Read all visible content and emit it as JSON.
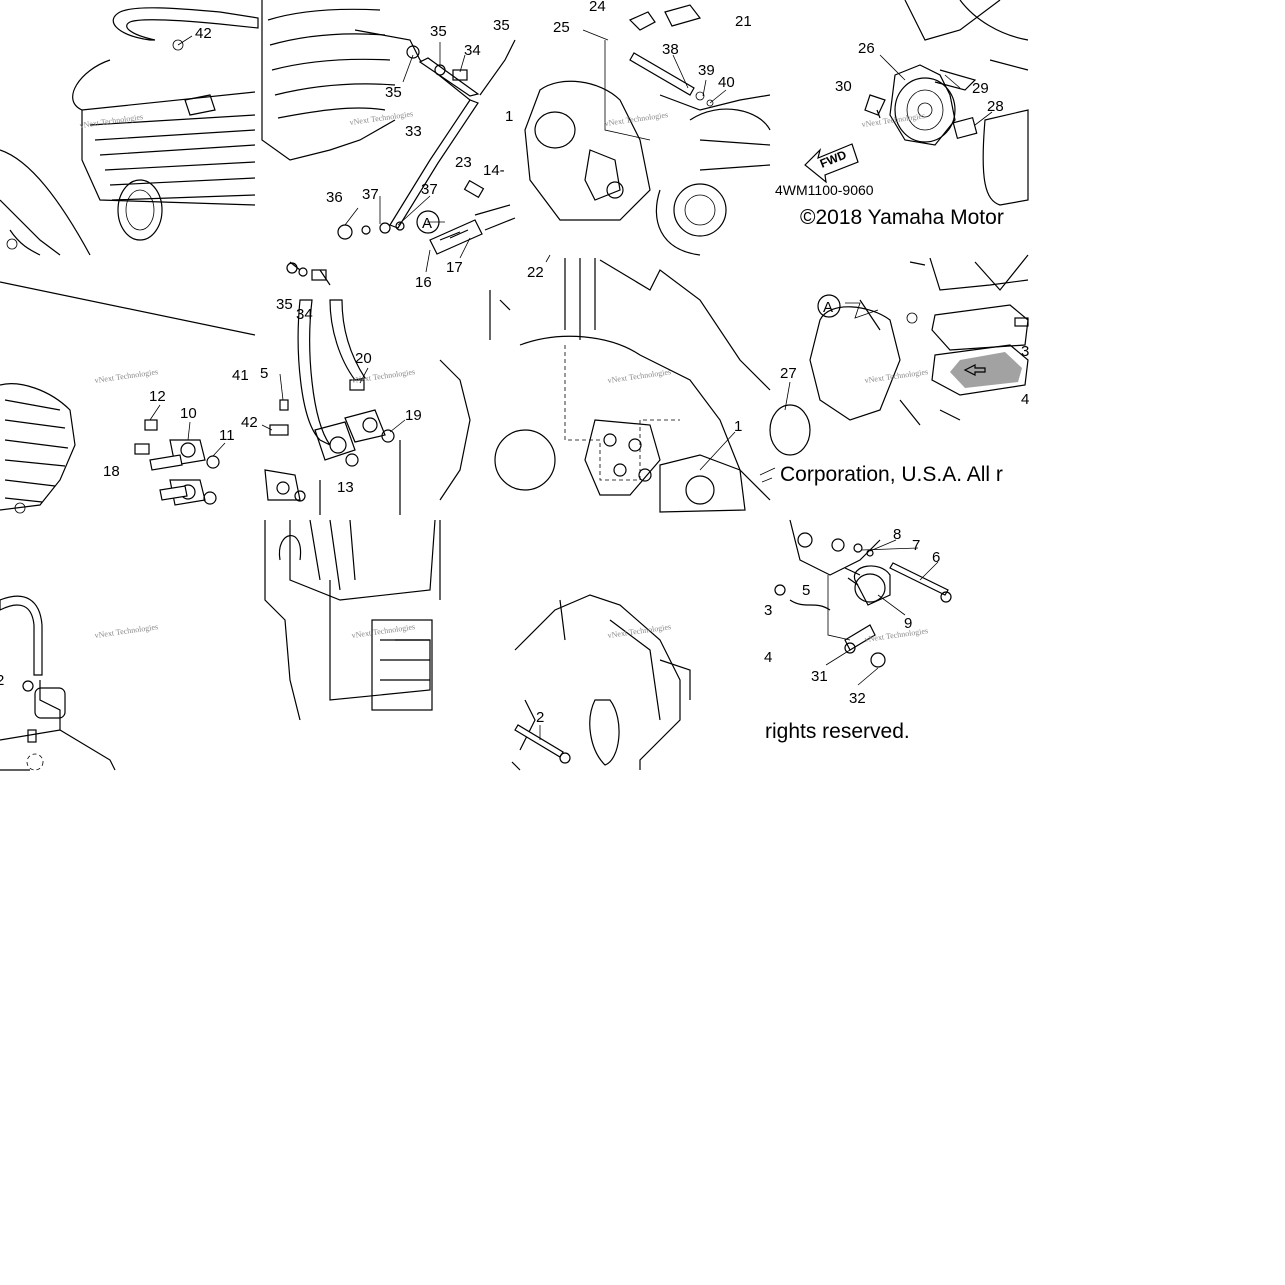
{
  "copyright": {
    "line1": "©2018 Yamaha Motor",
    "line2": "Corporation, U.S.A. All r",
    "line3": "rights reserved."
  },
  "diagram_code": "4WM1100-9060",
  "fwd_label": "FWD",
  "watermark": "vNext Technologies",
  "callouts": [
    {
      "text": "42"
    },
    {
      "text": "35"
    },
    {
      "text": "34"
    },
    {
      "text": "35"
    },
    {
      "text": "35"
    },
    {
      "text": "33"
    },
    {
      "text": "1"
    },
    {
      "text": "23"
    },
    {
      "text": "14-"
    },
    {
      "text": "36"
    },
    {
      "text": "37"
    },
    {
      "text": "37"
    },
    {
      "text": "17"
    },
    {
      "text": "16"
    },
    {
      "text": "24"
    },
    {
      "text": "21"
    },
    {
      "text": "25"
    },
    {
      "text": "38"
    },
    {
      "text": "39"
    },
    {
      "text": "40"
    },
    {
      "text": "26"
    },
    {
      "text": "30"
    },
    {
      "text": "29"
    },
    {
      "text": "28"
    },
    {
      "text": "22"
    },
    {
      "text": "35"
    },
    {
      "text": "34"
    },
    {
      "text": "20"
    },
    {
      "text": "41"
    },
    {
      "text": "5"
    },
    {
      "text": "12"
    },
    {
      "text": "10"
    },
    {
      "text": "11"
    },
    {
      "text": "18"
    },
    {
      "text": "42"
    },
    {
      "text": "19"
    },
    {
      "text": "13"
    },
    {
      "text": "27"
    },
    {
      "text": "1"
    },
    {
      "text": "3"
    },
    {
      "text": "4"
    },
    {
      "text": "8"
    },
    {
      "text": "7"
    },
    {
      "text": "6"
    },
    {
      "text": "5"
    },
    {
      "text": "9"
    },
    {
      "text": "31"
    },
    {
      "text": "32"
    },
    {
      "text": "2"
    },
    {
      "text": "2"
    },
    {
      "text": "3"
    },
    {
      "text": "4"
    }
  ],
  "markers": [
    {
      "text": "A"
    },
    {
      "text": "A"
    }
  ]
}
